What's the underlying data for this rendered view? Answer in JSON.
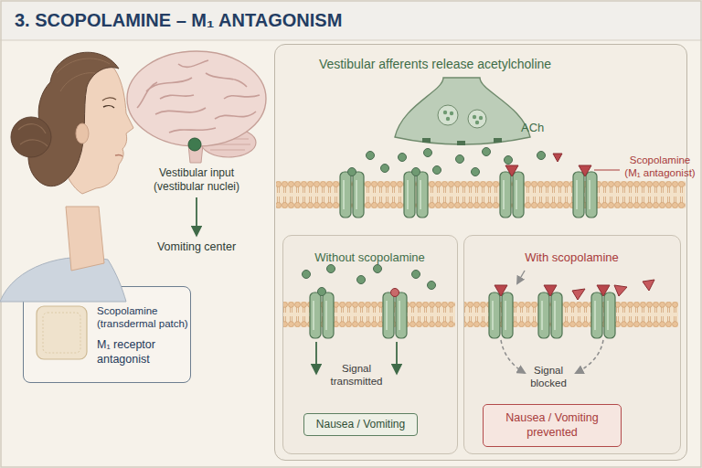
{
  "diagram": {
    "title": "3. SCOPOLAMINE – M₁ ANTAGONISM",
    "nodes": [
      {
        "text": [
          "Scopolamine (transdermal patch)",
          "M₁ receptor antagonist"
        ]
      },
      {
        "text": [
          "Vestibular afferents release acetylcholine"
        ]
      },
      {
        "text": [
          "Without scopolamine"
        ],
        "in": 1
      },
      {
        "text": [
          "Nausea / Vomiting"
        ],
        "in": 2
      },
      {
        "text": [
          "With scopolamine"
        ],
        "in": 1
      },
      {
        "text": [
          "Nausea / Vomiting prevented"
        ],
        "in": 4
      }
    ],
    "labels": [
      "Vestibular input (vestibular nuclei)",
      "Vomiting center",
      "ACh",
      "Scopolamine (M₁ antagonist)",
      "Signal transmitted",
      "Signal blocked"
    ]
  }
}
